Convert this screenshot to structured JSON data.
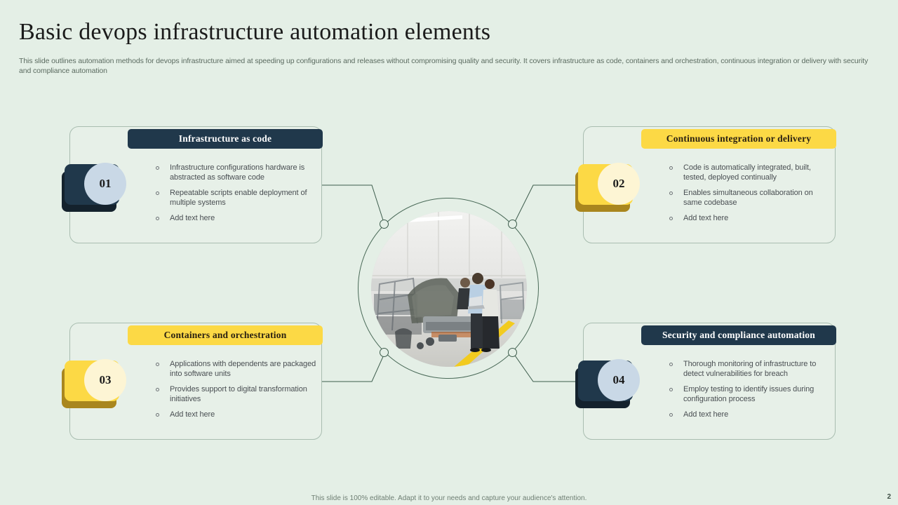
{
  "slide": {
    "title": "Basic devops infrastructure automation elements",
    "subtitle": "This slide outlines automation methods for devops infrastructure aimed at speeding up configurations and releases without compromising quality and security. It covers infrastructure as code, containers and orchestration, continuous integration or delivery with security and compliance automation",
    "footer_note": "This slide is 100% editable.  Adapt it to your needs and capture your audience's attention.",
    "page_number": "2"
  },
  "colors": {
    "background": "#e4efe6",
    "dark_navy": "#20384b",
    "dark_navy_shadow": "#14222d",
    "yellow": "#fcd945",
    "yellow_shadow": "#a9861e",
    "circle_light_blue": "#c9d8e6",
    "circle_light_yellow": "#fdf5d4",
    "card_border": "#a9bdb0",
    "body_text": "#4a4f53",
    "subtitle_text": "#5b6b60",
    "connector_line": "#3d5c4c"
  },
  "cards": [
    {
      "number": "01",
      "theme": "dark",
      "title": "Infrastructure as code",
      "bullets": [
        "Infrastructure configurations hardware is abstracted as software code",
        "Repeatable scripts enable deployment of multiple systems",
        "Add text here"
      ]
    },
    {
      "number": "02",
      "theme": "yellow",
      "title": "Continuous integration or delivery",
      "bullets": [
        "Code is automatically integrated, built, tested, deployed continually",
        "Enables simultaneous collaboration on same codebase",
        "Add text here"
      ]
    },
    {
      "number": "03",
      "theme": "yellow",
      "title": "Containers and orchestration",
      "bullets": [
        "Applications with dependents are packaged into software units",
        "Provides support to digital transformation initiatives",
        "Add text here"
      ]
    },
    {
      "number": "04",
      "theme": "dark",
      "title": "Security and compliance automation",
      "bullets": [
        "Thorough monitoring of infrastructure to detect vulnerabilities for breach",
        "Employ testing to identify issues during configuration process",
        "Add text here"
      ]
    }
  ],
  "center": {
    "image_alt": "factory-floor-workers-inspecting-vehicle-assembly-line"
  }
}
